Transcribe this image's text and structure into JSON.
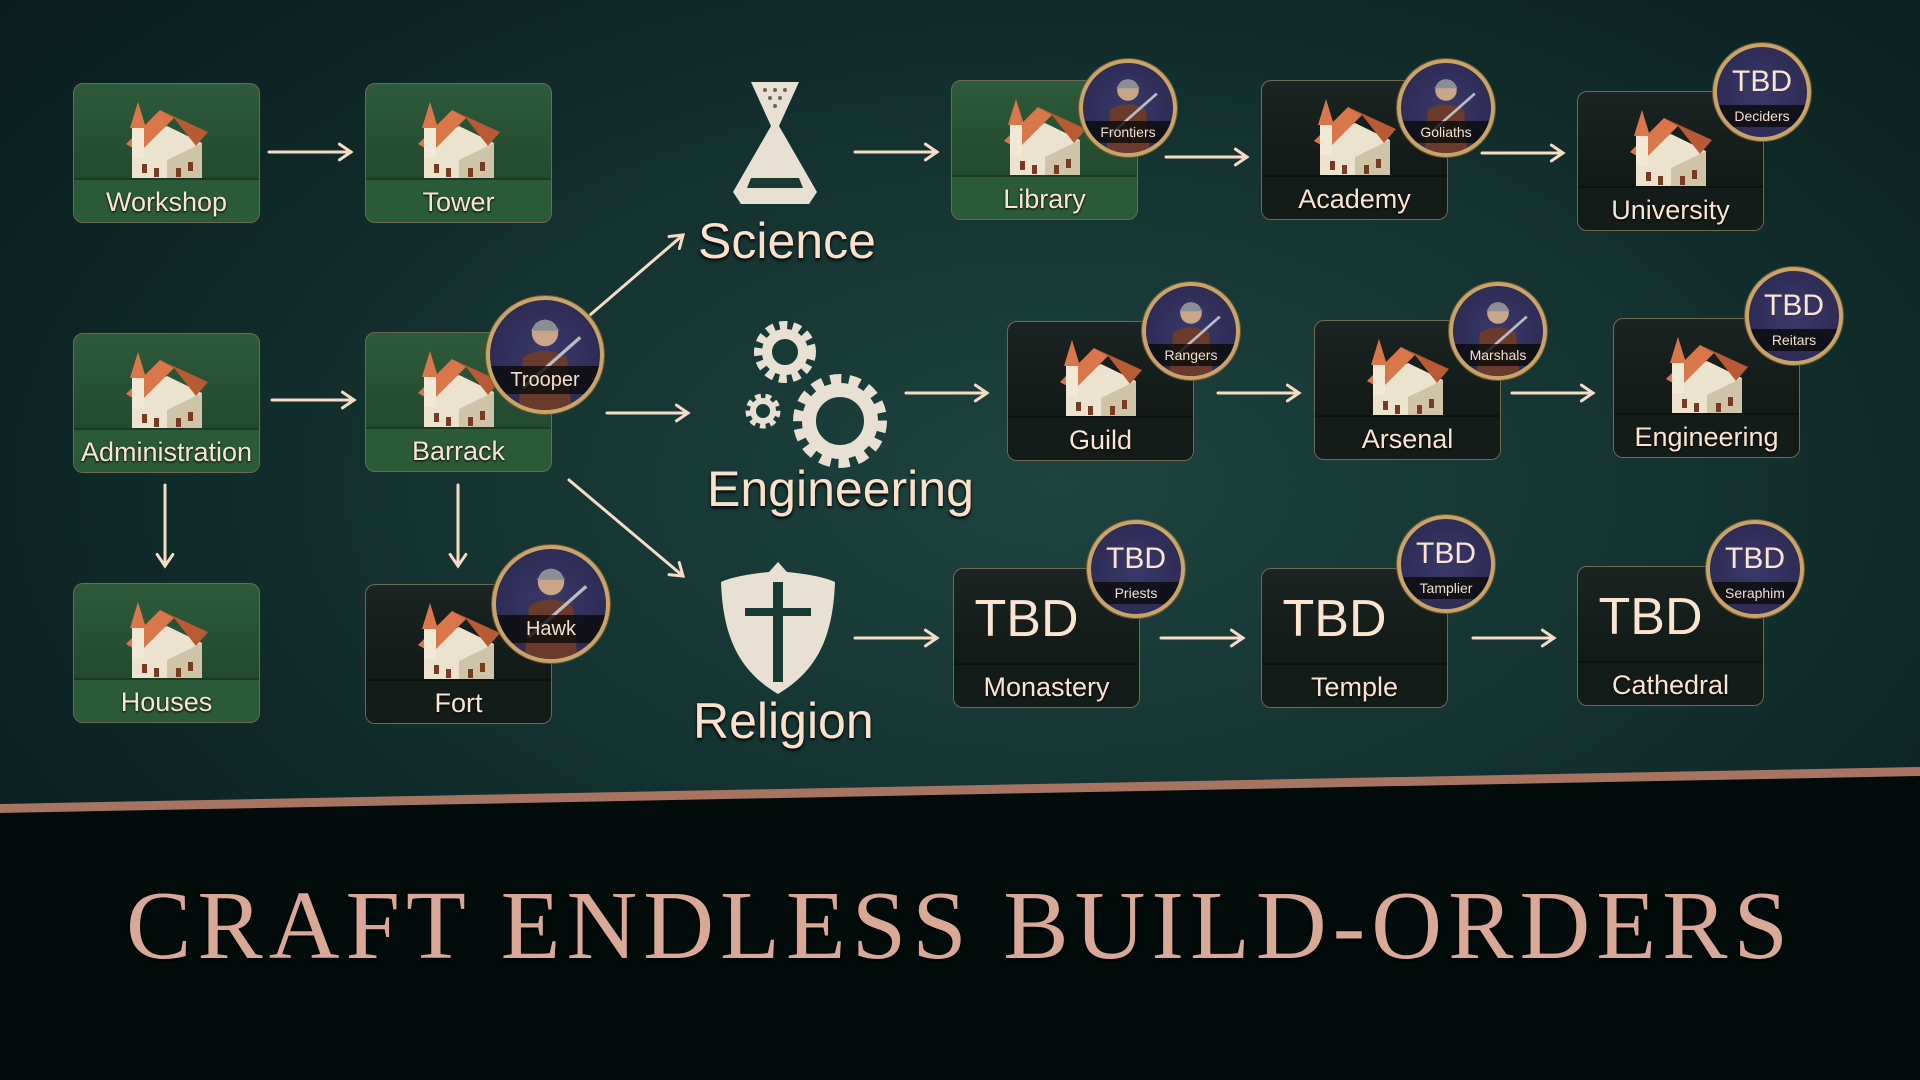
{
  "nodes": [
    {
      "id": "workshop",
      "label": "Workshop",
      "style": "green"
    },
    {
      "id": "tower",
      "label": "Tower",
      "style": "green"
    },
    {
      "id": "administration",
      "label": "Administration",
      "style": "green"
    },
    {
      "id": "barrack",
      "label": "Barrack",
      "style": "green",
      "badge": {
        "name": "Trooper"
      }
    },
    {
      "id": "houses",
      "label": "Houses",
      "style": "green"
    },
    {
      "id": "fort",
      "label": "Fort",
      "style": "dark",
      "badge": {
        "name": "Hawk"
      }
    },
    {
      "id": "library",
      "label": "Library",
      "style": "green",
      "badge": {
        "name": "Frontiers"
      }
    },
    {
      "id": "academy",
      "label": "Academy",
      "style": "dark",
      "badge": {
        "name": "Goliaths"
      }
    },
    {
      "id": "university",
      "label": "University",
      "style": "dark",
      "badge": {
        "name": "Deciders",
        "title": "TBD"
      }
    },
    {
      "id": "guild",
      "label": "Guild",
      "style": "dark",
      "badge": {
        "name": "Rangers"
      }
    },
    {
      "id": "arsenal",
      "label": "Arsenal",
      "style": "dark",
      "badge": {
        "name": "Marshals"
      }
    },
    {
      "id": "engineering-building",
      "label": "Engineering",
      "style": "dark",
      "badge": {
        "name": "Reitars",
        "title": "TBD"
      }
    },
    {
      "id": "monastery",
      "label": "Monastery",
      "style": "dark",
      "big_text": "TBD",
      "badge": {
        "name": "Priests",
        "title": "TBD"
      }
    },
    {
      "id": "temple",
      "label": "Temple",
      "style": "dark",
      "big_text": "TBD",
      "badge": {
        "name": "Tamplier",
        "title": "TBD"
      }
    },
    {
      "id": "cathedral",
      "label": "Cathedral",
      "style": "dark",
      "big_text": "TBD",
      "badge": {
        "name": "Seraphim",
        "title": "TBD"
      }
    }
  ],
  "categories": [
    {
      "id": "science",
      "label": "Science",
      "icon": "hourglass-flask-icon"
    },
    {
      "id": "engineering",
      "label": "Engineering",
      "icon": "gears-icon"
    },
    {
      "id": "religion",
      "label": "Religion",
      "icon": "cross-shield-icon"
    }
  ],
  "title": "CRAFT ENDLESS BUILD-ORDERS",
  "colors": {
    "arrow": "#f6dcc6",
    "title": "#d9a897",
    "divider": "#a87462",
    "badge_ring": "#c9a46a"
  }
}
